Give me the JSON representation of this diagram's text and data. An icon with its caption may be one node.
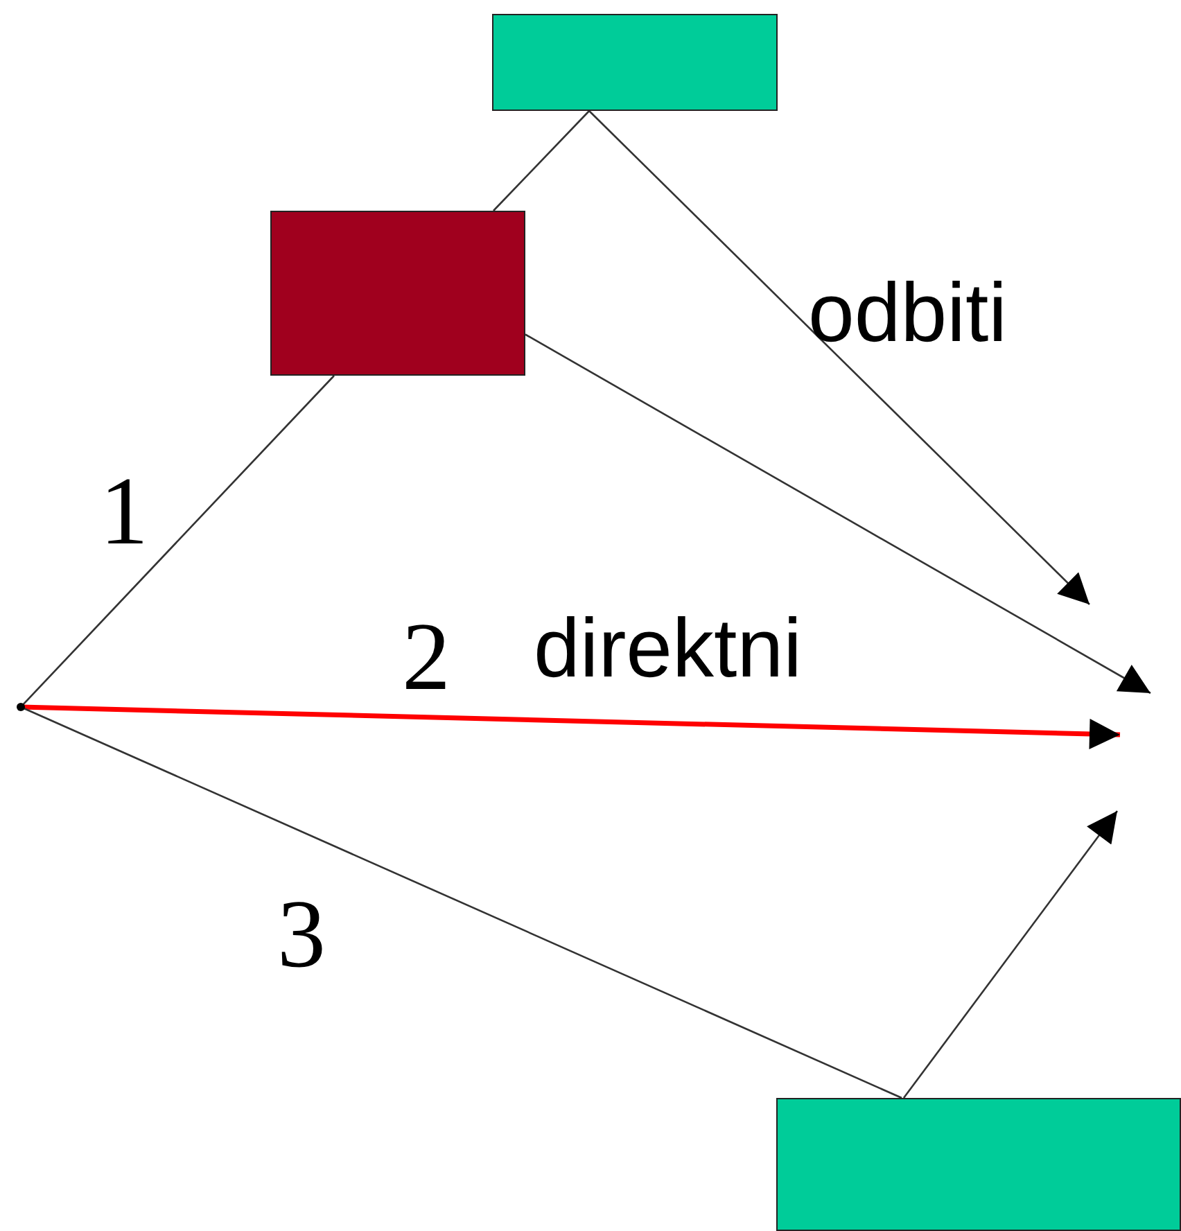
{
  "diagram": {
    "nodes": [
      {
        "text": [],
        "shape": "box"
      },
      {
        "text": [],
        "shape": "box"
      },
      {
        "text": [],
        "shape": "dot"
      },
      {
        "text": [],
        "shape": "box"
      }
    ],
    "edges": [
      {
        "from": 2,
        "to": 1,
        "arrow": "none"
      },
      {
        "from": 1,
        "to": 0,
        "arrow": "none"
      },
      {
        "from": 0,
        "to": null,
        "arrow": "to"
      },
      {
        "from": 1,
        "to": null,
        "arrow": "to"
      },
      {
        "from": 2,
        "to": null,
        "arrow": "to",
        "style": "thick",
        "color": "#ff0000"
      },
      {
        "from": 2,
        "to": 3,
        "arrow": "none"
      },
      {
        "from": 3,
        "to": null,
        "arrow": "to"
      }
    ],
    "labels": [
      "odbiti",
      "1",
      "2",
      "direktni",
      "3"
    ]
  }
}
